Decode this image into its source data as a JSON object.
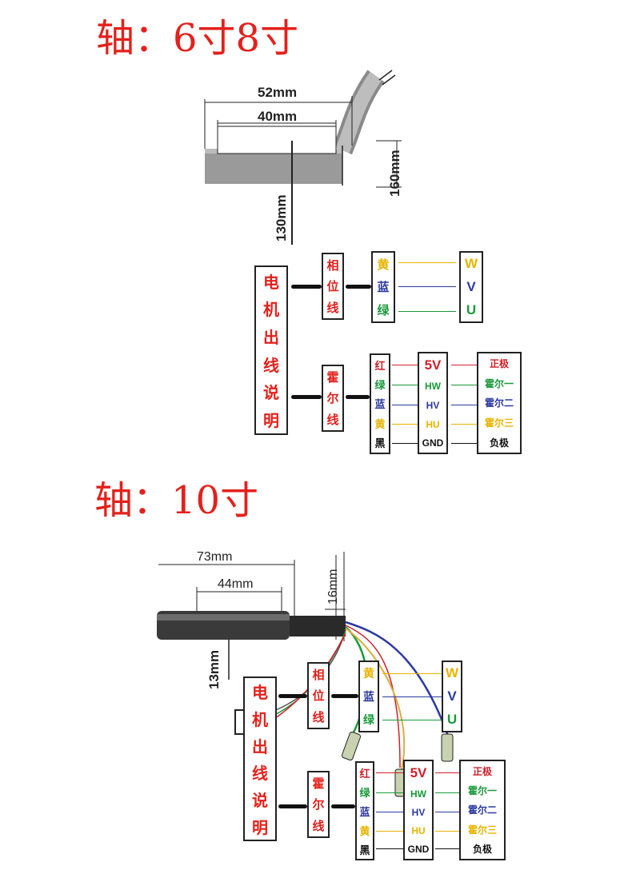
{
  "sections": [
    {
      "heading": "轴：6寸8寸",
      "dims": {
        "overall": "52mm",
        "inner": "40mm",
        "lead": "130mm",
        "height": "160mm"
      },
      "legend": {
        "title_chars": [
          "电",
          "机",
          "出",
          "线",
          "说",
          "明"
        ],
        "phase": {
          "label_chars": [
            "相",
            "位",
            "线"
          ],
          "colors": [
            "黄",
            "蓝",
            "绿"
          ],
          "terminals": [
            "W",
            "V",
            "U"
          ]
        },
        "hall": {
          "label_chars": [
            "霍",
            "尔",
            "线"
          ],
          "colors": [
            "红",
            "绿",
            "蓝",
            "黄",
            "黑"
          ],
          "signals": [
            "5V",
            "HW",
            "HV",
            "HU",
            "GND"
          ],
          "functions": [
            "正极",
            "霍尔一",
            "霍尔二",
            "霍尔三",
            "负极"
          ]
        }
      }
    },
    {
      "heading": "轴：10寸",
      "dims": {
        "overall": "73mm",
        "inner": "44mm",
        "height": "16mm",
        "lead": "13mm"
      },
      "legend": {
        "title_chars": [
          "电",
          "机",
          "出",
          "线",
          "说",
          "明"
        ],
        "phase": {
          "label_chars": [
            "相",
            "位",
            "线"
          ],
          "colors": [
            "黄",
            "蓝",
            "绿"
          ],
          "terminals": [
            "W",
            "V",
            "U"
          ]
        },
        "hall": {
          "label_chars": [
            "霍",
            "尔",
            "线"
          ],
          "colors": [
            "红",
            "绿",
            "蓝",
            "黄",
            "黑"
          ],
          "signals": [
            "5V",
            "HW",
            "HV",
            "HU",
            "GND"
          ],
          "functions": [
            "正极",
            "霍尔一",
            "霍尔二",
            "霍尔三",
            "负极"
          ]
        }
      }
    }
  ],
  "palette": {
    "heading": "#e3211c",
    "yellow": "#e8b400",
    "blue": "#2c3aa0",
    "green": "#1a9a3a",
    "red": "#d0202a",
    "black": "#111111"
  }
}
